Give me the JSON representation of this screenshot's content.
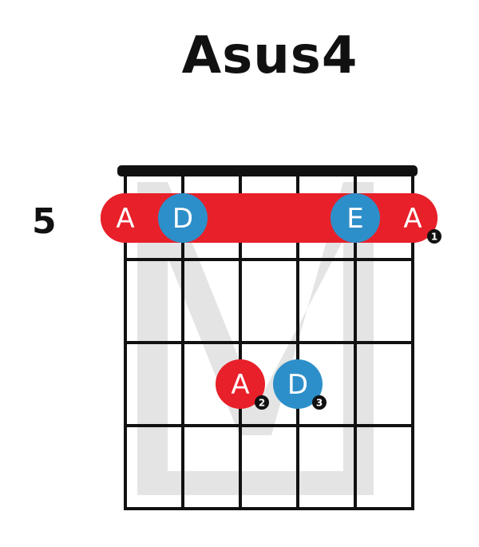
{
  "chord": {
    "name": "Asus4",
    "starting_fret": "5",
    "strings": 6,
    "frets_shown": 4
  },
  "colors": {
    "root": "#e8202a",
    "other": "#2d8fc9",
    "grid": "#111111",
    "watermark": "#e4e4e4"
  },
  "barre": {
    "fret": 1,
    "from_string": 1,
    "to_string": 6,
    "finger": "1"
  },
  "notes": [
    {
      "id": "a-string1",
      "string": 1,
      "fret": 1,
      "label": "A",
      "kind": "root",
      "finger": ""
    },
    {
      "id": "d-string2",
      "string": 2,
      "fret": 1,
      "label": "D",
      "kind": "other",
      "finger": ""
    },
    {
      "id": "e-string5",
      "string": 5,
      "fret": 1,
      "label": "E",
      "kind": "other",
      "finger": ""
    },
    {
      "id": "a-string6",
      "string": 6,
      "fret": 1,
      "label": "A",
      "kind": "root",
      "finger": "1"
    },
    {
      "id": "a-string3",
      "string": 3,
      "fret": 3,
      "label": "A",
      "kind": "root",
      "finger": "2"
    },
    {
      "id": "d-string4",
      "string": 4,
      "fret": 3,
      "label": "D",
      "kind": "other",
      "finger": "3"
    }
  ]
}
